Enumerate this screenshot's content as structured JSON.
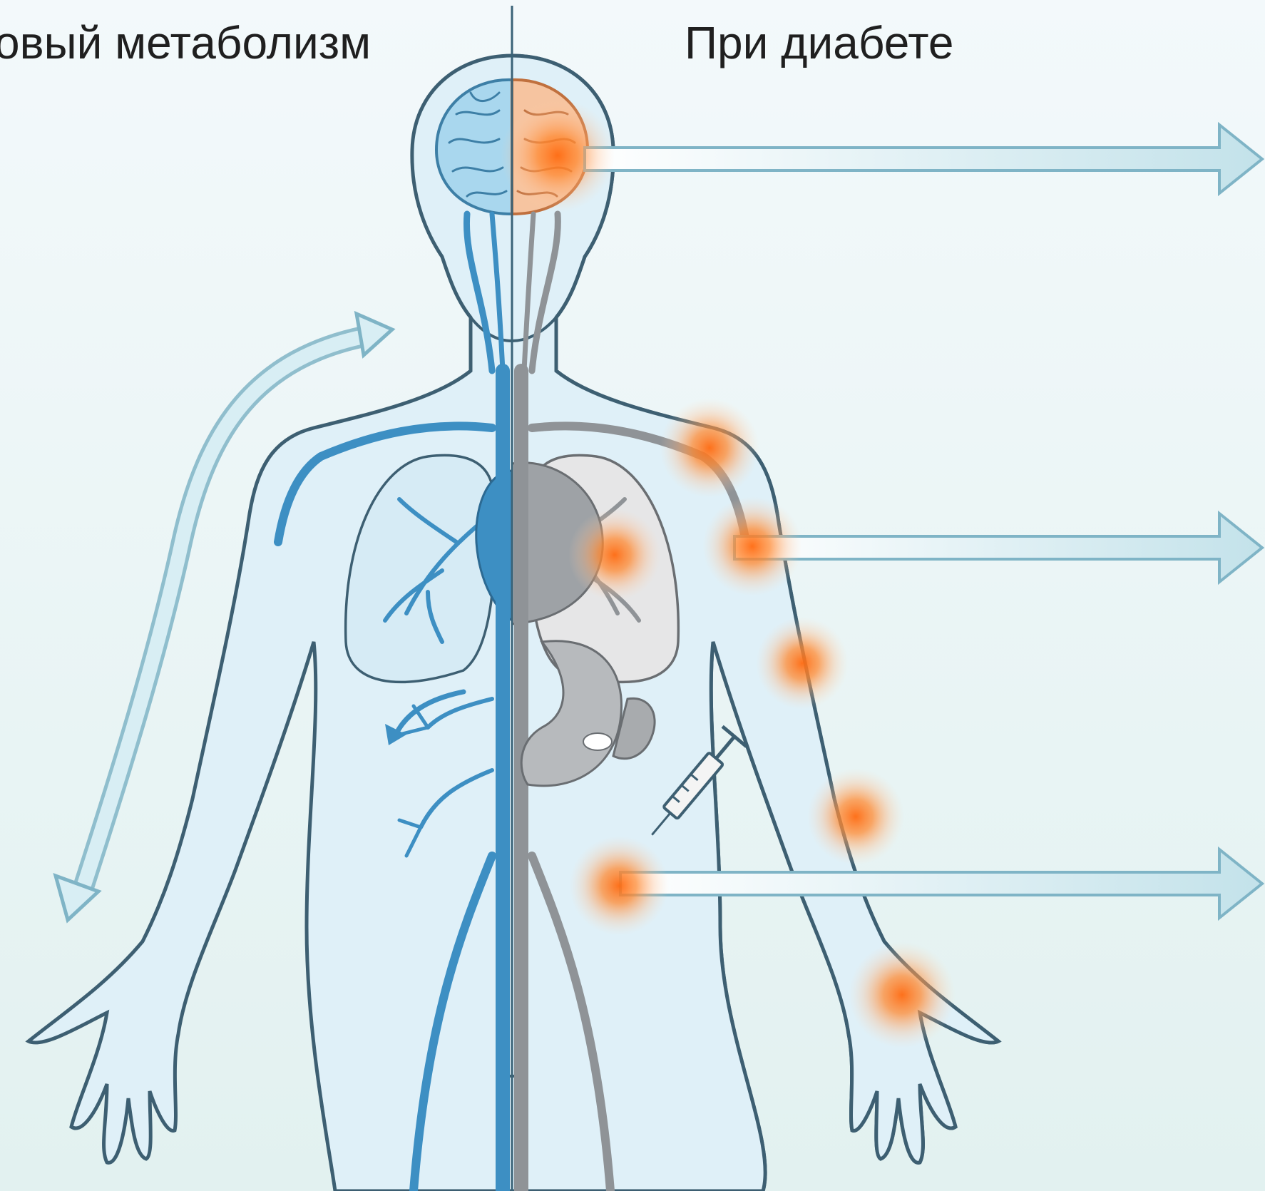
{
  "headings": {
    "left": "овый метаболизм",
    "right": "При диабете"
  },
  "colors": {
    "background_top": "#f2f8fa",
    "background_bottom": "#e4f2f1",
    "body_fill_left": "#dff0f8",
    "body_fill_right": "#ebebec",
    "outline": "#3d5f72",
    "vessel_healthy": "#3d8fc3",
    "vessel_diabetic": "#8f9397",
    "brain_healthy": "#a9d7ee",
    "brain_diabetic": "#f2b48a",
    "inflammation": "#ff7a1f",
    "arrow_fill": "#cfe8ef",
    "arrow_stroke": "#7fb4c6",
    "divider": "#3a6378"
  },
  "icons": {
    "arrows": "arrow-right",
    "syringe": "syringe-icon",
    "hotspots": "inflammation-glow"
  }
}
